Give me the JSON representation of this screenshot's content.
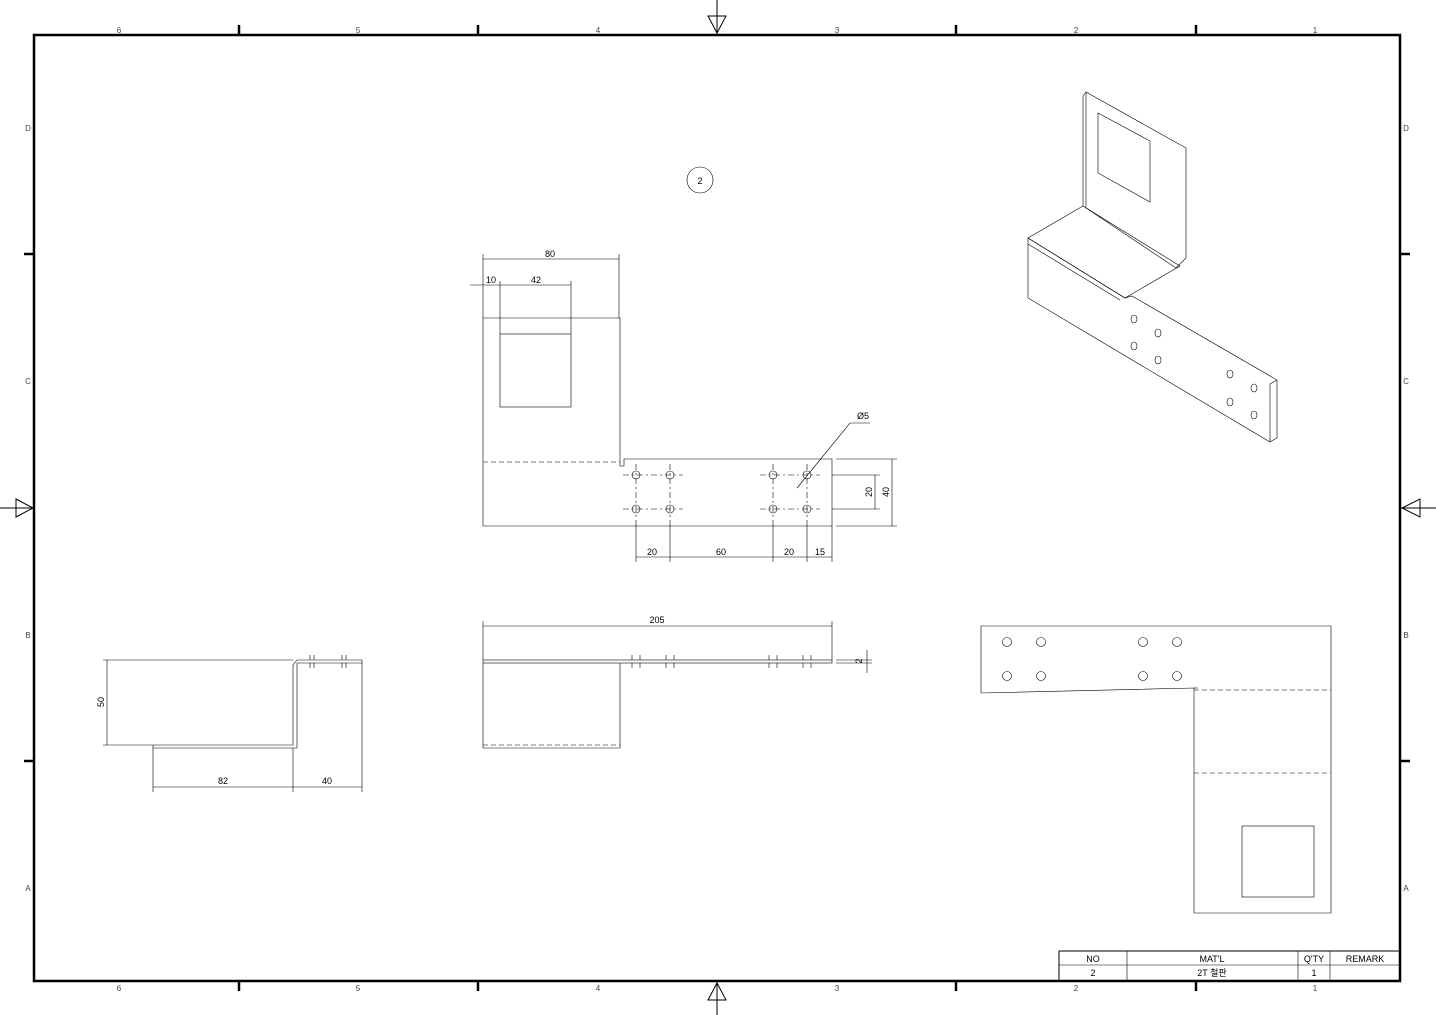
{
  "zones": {
    "columns": [
      "6",
      "5",
      "4",
      "3",
      "2",
      "1"
    ],
    "rows": [
      "D",
      "C",
      "B",
      "A"
    ]
  },
  "balloon": "2",
  "front_view": {
    "dims": {
      "width_top": "80",
      "offset": "10",
      "window": "42",
      "hole_dia": "Ø5",
      "hole_pitch_v": "20",
      "height": "40",
      "pitch_1": "20",
      "pitch_2": "60",
      "pitch_3": "20",
      "edge": "15"
    }
  },
  "side_view": {
    "dims": {
      "height": "50",
      "base": "82",
      "top": "40"
    }
  },
  "bottom_view": {
    "dims": {
      "length": "205",
      "thickness": "2"
    }
  },
  "title_block": {
    "headers": [
      "NO",
      "MAT'L",
      "Q'TY",
      "REMARK"
    ],
    "row": [
      "2",
      "2T 철판",
      "1",
      ""
    ]
  }
}
